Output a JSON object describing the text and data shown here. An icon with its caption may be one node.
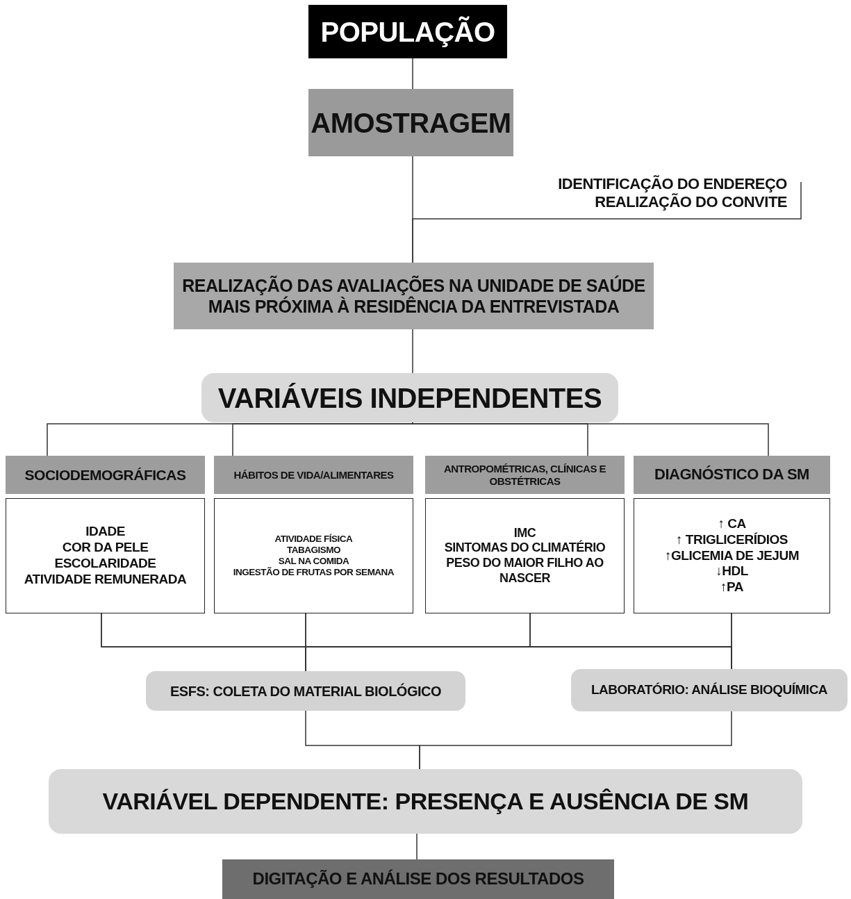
{
  "diagram": {
    "nodes": [
      {
        "text": [
          "POPULAÇÃO"
        ]
      },
      {
        "text": [
          "AMOSTRAGEM"
        ]
      },
      {
        "text": [
          "IDENTIFICAÇÃO DO ENDEREÇO",
          "REALIZAÇÃO DO CONVITE"
        ]
      },
      {
        "text": [
          "REALIZAÇÃO DAS AVALIAÇÕES NA UNIDADE DE SAÚDE MAIS PRÓXIMA À RESIDÊNCIA DA ENTREVISTADA"
        ]
      },
      {
        "text": [
          "VARIÁVEIS INDEPENDENTES"
        ]
      },
      {
        "text": [
          "SOCIODEMOGRÁFICAS"
        ]
      },
      {
        "text": [
          "HÁBITOS DE VIDA/ALIMENTARES"
        ]
      },
      {
        "text": [
          "ANTROPOMÉTRICAS, CLÍNICAS E OBSTÉTRICAS"
        ]
      },
      {
        "text": [
          "DIAGNÓSTICO DA SM"
        ]
      },
      {
        "text": [
          "IDADE",
          "COR DA PELE",
          "ESCOLARIDADE",
          "ATIVIDADE REMUNERADA"
        ]
      },
      {
        "text": [
          "ATIVIDADE FÍSICA",
          "TABAGISMO",
          "SAL NA COMIDA",
          "INGESTÃO DE FRUTAS POR SEMANA"
        ]
      },
      {
        "text": [
          "IMC",
          "SINTOMAS DO CLIMATÉRIO",
          "PESO DO MAIOR FILHO AO NASCER"
        ]
      },
      {
        "text": [
          "↑ CA",
          "↑ TRIGLICERÍDIOS",
          "↑GLICEMIA DE JEJUM",
          "↓HDL",
          "↑PA"
        ]
      },
      {
        "text": [
          "ESFS: COLETA DO MATERIAL BIOLÓGICO"
        ]
      },
      {
        "text": [
          "LABORATÓRIO: ANÁLISE BIOQUÍMICA"
        ]
      },
      {
        "text": [
          "VARIÁVEL DEPENDENTE: PRESENÇA E AUSÊNCIA DE SM"
        ]
      },
      {
        "text": [
          "DIGITAÇÃO E ANÁLISE DOS RESULTADOS"
        ]
      }
    ],
    "edges": [
      {
        "from": 0,
        "to": 1,
        "arrow": "none"
      },
      {
        "from": 1,
        "to": 3,
        "arrow": "none"
      },
      {
        "from": 2,
        "to": 3,
        "arrow": "none"
      },
      {
        "from": 3,
        "to": 4,
        "arrow": "none"
      },
      {
        "from": 4,
        "to": 5,
        "arrow": "none"
      },
      {
        "from": 4,
        "to": 6,
        "arrow": "none"
      },
      {
        "from": 4,
        "to": 7,
        "arrow": "none"
      },
      {
        "from": 4,
        "to": 8,
        "arrow": "none"
      },
      {
        "from": 9,
        "to": 13,
        "arrow": "none"
      },
      {
        "from": 10,
        "to": 13,
        "arrow": "none"
      },
      {
        "from": 11,
        "to": 13,
        "arrow": "none"
      },
      {
        "from": 12,
        "to": 13,
        "arrow": "none"
      },
      {
        "from": 9,
        "to": 14,
        "arrow": "none"
      },
      {
        "from": 10,
        "to": 14,
        "arrow": "none"
      },
      {
        "from": 11,
        "to": 14,
        "arrow": "none"
      },
      {
        "from": 12,
        "to": 14,
        "arrow": "none"
      },
      {
        "from": 13,
        "to": 15,
        "arrow": "none"
      },
      {
        "from": 14,
        "to": 15,
        "arrow": "none"
      },
      {
        "from": 15,
        "to": 16,
        "arrow": "none"
      }
    ]
  }
}
